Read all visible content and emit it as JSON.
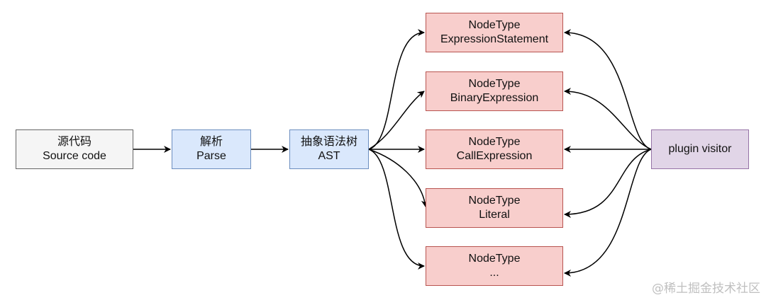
{
  "nodes": {
    "source": {
      "line1": "源代码",
      "line2": "Source code"
    },
    "parse": {
      "line1": "解析",
      "line2": "Parse"
    },
    "ast": {
      "line1": "抽象语法树",
      "line2": "AST"
    },
    "node_types": [
      {
        "line1": "NodeType",
        "line2": "ExpressionStatement"
      },
      {
        "line1": "NodeType",
        "line2": "BinaryExpression"
      },
      {
        "line1": "NodeType",
        "line2": "CallExpression"
      },
      {
        "line1": "NodeType",
        "line2": "Literal"
      },
      {
        "line1": "NodeType",
        "line2": "..."
      }
    ],
    "plugin": {
      "label": "plugin visitor"
    }
  },
  "watermark": "@稀土掘金技术社区",
  "colors": {
    "gray_fill": "#f5f5f5",
    "blue_fill": "#dae8fc",
    "red_fill": "#f8cecc",
    "purple_fill": "#e1d5e7",
    "edge": "#000000"
  }
}
